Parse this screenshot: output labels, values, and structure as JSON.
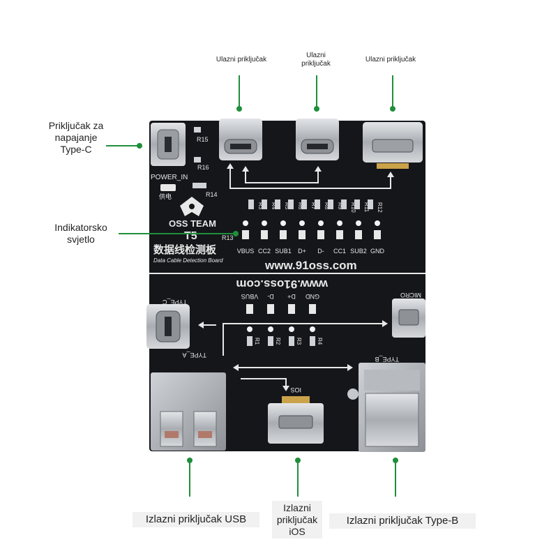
{
  "callouts": {
    "input1": "Ulazni priključak",
    "input2": "Ulazni priključak",
    "input3": "Ulazni priključak",
    "power": "Priključak za napajanje Type-C",
    "indicator": "Indikatorsko svjetlo",
    "usb_out": "Izlazni priključak USB",
    "ios_out": "Izlazni priključak iOS",
    "typeb_out": "Izlazni priključak Type-B"
  },
  "board": {
    "brand": "OSS TEAM",
    "model": "T5",
    "title_cn": "数据线检测板",
    "subtitle": "Data Cable Detection Board",
    "url": "www.91oss.com",
    "url_flipped": "www.91oss.com",
    "power_in": "POWER_IN",
    "power_cn": "供电",
    "resistors_top": [
      "R15",
      "R16",
      "R14",
      "R13"
    ],
    "top_row_resistors": [
      "R3",
      "R4",
      "R5",
      "R6",
      "R7",
      "R8",
      "R9",
      "R10",
      "R11",
      "R12"
    ],
    "top_pins": [
      "VBUS",
      "CC2",
      "SUB1",
      "D+",
      "D-",
      "CC1",
      "SUB2",
      "GND"
    ],
    "bottom_pins": [
      "VBUS",
      "D-",
      "D+",
      "GND"
    ],
    "bottom_resistors": [
      "R1",
      "R2",
      "R3",
      "R4"
    ],
    "type_c_label": "TYPE_C",
    "micro_label": "MICRO",
    "type_a_label": "TYPE_A",
    "type_b_label": "TYPE_B",
    "ios_label": "IOS"
  },
  "colors": {
    "board": "#14161a",
    "silk": "#e8e8e8",
    "connector": "#b9bcc0",
    "callout_line": "#1f8f3a"
  }
}
